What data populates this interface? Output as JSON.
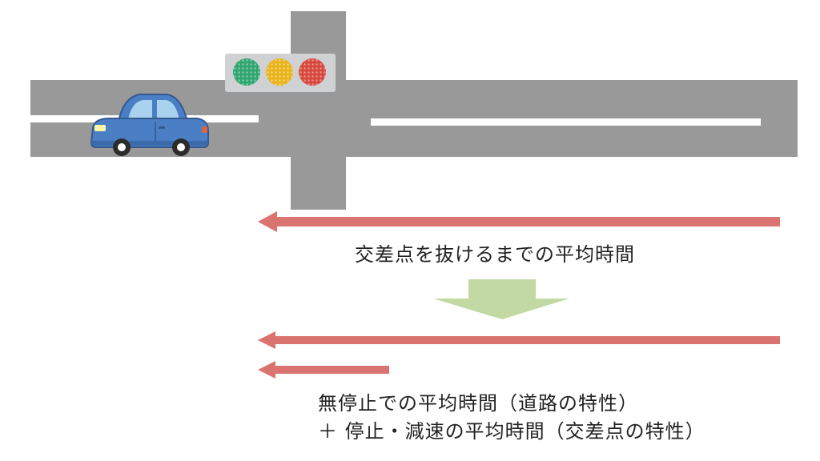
{
  "diagram": {
    "label_crossing_time": "交差点を抜けるまでの平均時間",
    "formula_line1": "無停止での平均時間（道路の特性）",
    "formula_line2": "＋ 停止・減速の平均時間（交差点の特性）"
  },
  "colors": {
    "road": "#999999",
    "lane_marking": "#ffffff",
    "arrow": "#d97470",
    "down_arrow": "#c2d9a3",
    "car_body": "#4a7fc5",
    "signal_housing": "#cfd1d2",
    "signal_green": "#2fa56f",
    "signal_yellow": "#e9b41a",
    "signal_red": "#d8463b"
  },
  "icons": {
    "car": "car-icon",
    "traffic_light": "traffic-light-icon"
  }
}
